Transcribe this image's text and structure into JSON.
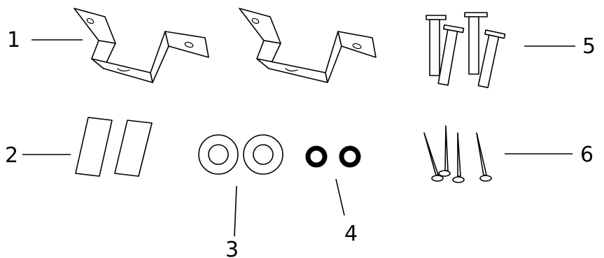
{
  "callouts": [
    {
      "id": "1",
      "label": "1",
      "part": "mounting-bracket"
    },
    {
      "id": "2",
      "label": "2",
      "part": "adhesive-pad"
    },
    {
      "id": "3",
      "label": "3",
      "part": "flat-washer"
    },
    {
      "id": "4",
      "label": "4",
      "part": "rubber-ring"
    },
    {
      "id": "5",
      "label": "5",
      "part": "plastic-anchor"
    },
    {
      "id": "6",
      "label": "6",
      "part": "nail"
    }
  ],
  "colors": {
    "stroke": "#000000",
    "background": "#ffffff"
  }
}
